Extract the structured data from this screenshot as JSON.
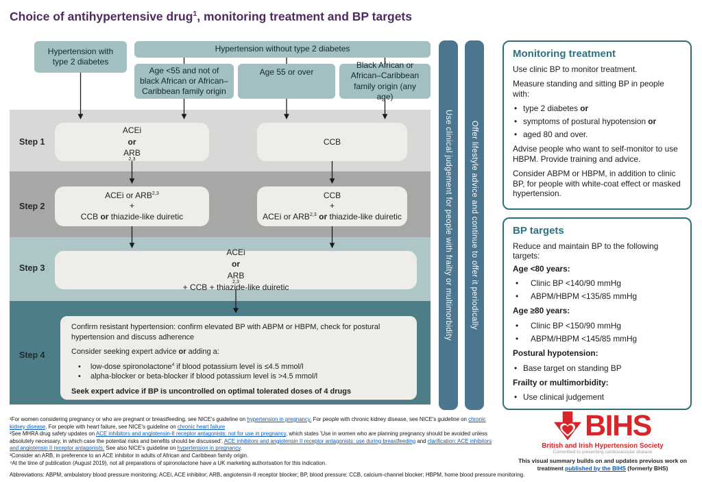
{
  "title": {
    "segments": [
      {
        "t": "Choice of antihypertensive drug"
      },
      {
        "t": "1",
        "sup": true
      },
      {
        "t": ", monitoring treatment and BP targets"
      }
    ]
  },
  "flow": {
    "top": {
      "diabetes": "Hypertension with type 2 diabetes",
      "no_diabetes": "Hypertension without type 2 diabetes",
      "age_under_55": "Age <55 and not of black African or African–Caribbean family origin",
      "age_55_over": "Age 55 or over",
      "black_african": "Black African or African–Caribbean family origin (any age)"
    },
    "step_labels": [
      "Step 1",
      "Step 2",
      "Step 3",
      "Step 4"
    ],
    "s1_left": [
      {
        "t": "ACEi "
      },
      {
        "t": "or",
        "b": true
      },
      {
        "t": " ARB"
      },
      {
        "t": "2,3",
        "sup": true
      }
    ],
    "s1_right": [
      {
        "t": "CCB"
      }
    ],
    "s2_left": {
      "line1": [
        {
          "t": "ACEi or ARB"
        },
        {
          "t": "2,3",
          "sup": true
        }
      ],
      "line2": [
        {
          "t": "+"
        }
      ],
      "line3": [
        {
          "t": "CCB "
        },
        {
          "t": "or",
          "b": true
        },
        {
          "t": " thiazide-like duiretic"
        }
      ]
    },
    "s2_right": {
      "line1": [
        {
          "t": "CCB"
        }
      ],
      "line2": [
        {
          "t": "+"
        }
      ],
      "line3": [
        {
          "t": "ACEi or ARB"
        },
        {
          "t": "2,3",
          "sup": true
        },
        {
          "t": " "
        },
        {
          "t": "or",
          "b": true
        },
        {
          "t": " thiazide-like duiretic"
        }
      ]
    },
    "s3": [
      {
        "t": "ACEi "
      },
      {
        "t": "or",
        "b": true
      },
      {
        "t": " ARB"
      },
      {
        "t": "2,3",
        "sup": true
      },
      {
        "t": " + CCB + thiazide-like duiretic"
      }
    ],
    "s4": {
      "p1": [
        {
          "t": "Confirm resistant hypertension: confirm elevated BP with ABPM or HBPM, check for postural hypertension and discuss adherence"
        }
      ],
      "p2": [
        {
          "t": "Consider seeking expert advice "
        },
        {
          "t": "or",
          "b": true
        },
        {
          "t": " adding a:"
        }
      ],
      "b1": [
        {
          "t": "low-dose spironolactone"
        },
        {
          "t": "4",
          "sup": true
        },
        {
          "t": " if blood potassium level is ≤4.5 mmol/l"
        }
      ],
      "b2": [
        {
          "t": "alpha-blocker or beta-blocker if blood potassium level is >4.5 mmol/l"
        }
      ],
      "p3": [
        {
          "t": "Seek expert advice if BP is uncontrolled on optimal tolerated doses of 4 drugs",
          "b": true
        }
      ]
    }
  },
  "bars": {
    "clinical_judgement": "Use clinical judgement for people with frailty or multimorbidity",
    "lifestyle": "Offer lifestyle advice and continue to offer it periodically"
  },
  "monitoring": {
    "heading": "Monitoring treatment",
    "p1": "Use clinic BP to monitor treatment.",
    "p2": "Measure standing and sitting BP in people with:",
    "bullets": [
      [
        {
          "t": "type 2 diabetes "
        },
        {
          "t": "or",
          "b": true
        }
      ],
      [
        {
          "t": "symptoms of postural hypotension "
        },
        {
          "t": "or",
          "b": true
        }
      ],
      [
        {
          "t": "aged 80 and over."
        }
      ]
    ],
    "p3": "Advise people who want to self-monitor to use HBPM. Provide training and advice.",
    "p4": "Consider ABPM or HBPM, in addition to clinic BP, for people with white-coat effect or masked hypertension."
  },
  "bp_targets": {
    "heading": "BP targets",
    "intro": "Reduce and maintain BP to the following targets:",
    "groups": [
      {
        "label": "Age <80 years:",
        "bullets": [
          "Clinic BP <140/90 mmHg",
          "ABPM/HBPM <135/85 mmHg"
        ]
      },
      {
        "label": "Age ≥80 years:",
        "bullets": [
          "Clinic BP <150/90 mmHg",
          "ABPM/HBPM <145/85 mmHg"
        ]
      },
      {
        "label": "Postural hypotension:",
        "bullets": [
          "Base target on standing BP"
        ]
      },
      {
        "label": "Frailty or multimorbidity:",
        "bullets": [
          "Use clinical judgement"
        ]
      }
    ]
  },
  "footnotes": {
    "fn1": [
      {
        "t": "¹For women considering pregnancy or who are pregnant or breastfeeding, see NICE's guideline on "
      },
      {
        "t": "hypertension in pregnancy.",
        "link": true
      },
      {
        "t": " For people with chronic kidney disease, see NICE's guideline on "
      },
      {
        "t": "chronic kidney disease",
        "link": true
      },
      {
        "t": ". For people with heart failure, see NICE's guideline on "
      },
      {
        "t": "chronic heart failure",
        "link": true
      }
    ],
    "fn2": [
      {
        "t": "²See MHRA drug safety updates on "
      },
      {
        "t": "ACE inhibitors and angiotensin-II receptor antagonists: not for use in pregnancy",
        "link": true
      },
      {
        "t": ", which states 'Use in women who are planning pregnancy should be avoided unless absolutely necessary, in which case the potential risks and benefits should be discussed', "
      },
      {
        "t": "ACE inhibitors and angiotensin II receptor antagonists: use during breastfeeding",
        "link": true
      },
      {
        "t": " and "
      },
      {
        "t": "clarification: ACE inhibitors and angiotensin II receptor antagonists.",
        "link": true
      },
      {
        "t": " See also NICE's guideline on "
      },
      {
        "t": "hypertension in pregnancy",
        "link": true
      },
      {
        "t": "."
      }
    ],
    "fn3": [
      {
        "t": "³Consider an ARB, in preference to an ACE inhibitor in adults of African and Caribbean family origin."
      }
    ],
    "fn4": [
      {
        "t": "⁴At the time of publication (August 2019), not all preparations of spironolactone have a UK marketing authorisation for this indication."
      }
    ],
    "abbreviations": "Abbreviations: ABPM, ambulatory blood pressure monitoring; ACEi, ACE inhibitor; ARB, angiotensin-II receptor blocker; BP, blood pressure; CCB, calcium-channel blocker; HBPM, home blood pressure monitoring."
  },
  "bihs": {
    "acronym": "BIHS",
    "society": "British and Irish Hypertension Society",
    "tagline": "Committed to preventing cardiovascular disease",
    "summary": [
      {
        "t": "This visual summary builds on and updates previous work on treatment "
      },
      {
        "t": "published by the BIHS",
        "link": true
      },
      {
        "t": " (formerly BHS)"
      }
    ]
  },
  "colors": {
    "title_purple": "#4f2a63",
    "teal_box": "#a2c0c2",
    "band_step1": "#d9d8d6",
    "band_step2": "#a9a7a5",
    "band_step3": "#afc6c8",
    "band_step4": "#4d7e87",
    "step_box": "#eeedea",
    "side_bar_blue": "#4c7590",
    "panel_border_teal": "#2e6e7a",
    "link_blue": "#0a58b9",
    "bihs_red": "#d6252b"
  }
}
